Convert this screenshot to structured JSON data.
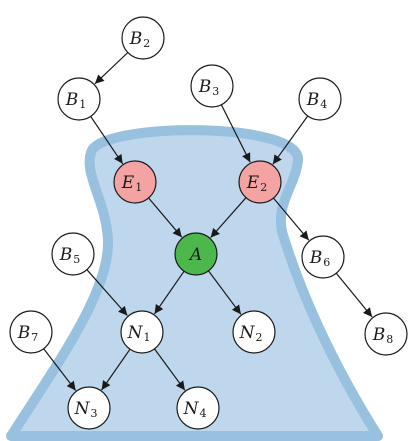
{
  "colors": {
    "region_fill": "#bed7ec",
    "region_stroke": "#98c1e0",
    "node_stroke": "#1a1a1a",
    "node_default": "#ffffff",
    "node_highlight_red": "#f4a3a3",
    "node_highlight_green": "#4cb84c",
    "edge": "#1a1a1a"
  },
  "nodes": [
    {
      "id": "B2",
      "letter": "B",
      "sub": "2",
      "style": "default"
    },
    {
      "id": "B1",
      "letter": "B",
      "sub": "1",
      "style": "default"
    },
    {
      "id": "B3",
      "letter": "B",
      "sub": "3",
      "style": "default"
    },
    {
      "id": "B4",
      "letter": "B",
      "sub": "4",
      "style": "default"
    },
    {
      "id": "E1",
      "letter": "E",
      "sub": "1",
      "style": "red"
    },
    {
      "id": "E2",
      "letter": "E",
      "sub": "2",
      "style": "red"
    },
    {
      "id": "A",
      "letter": "A",
      "sub": "",
      "style": "green"
    },
    {
      "id": "B5",
      "letter": "B",
      "sub": "5",
      "style": "default"
    },
    {
      "id": "B6",
      "letter": "B",
      "sub": "6",
      "style": "default"
    },
    {
      "id": "N1",
      "letter": "N",
      "sub": "1",
      "style": "default"
    },
    {
      "id": "N2",
      "letter": "N",
      "sub": "2",
      "style": "default"
    },
    {
      "id": "B7",
      "letter": "B",
      "sub": "7",
      "style": "default"
    },
    {
      "id": "B8",
      "letter": "B",
      "sub": "8",
      "style": "default"
    },
    {
      "id": "N3",
      "letter": "N",
      "sub": "3",
      "style": "default"
    },
    {
      "id": "N4",
      "letter": "N",
      "sub": "4",
      "style": "default"
    }
  ],
  "edges": [
    {
      "from": "B2",
      "to": "B1"
    },
    {
      "from": "B1",
      "to": "E1"
    },
    {
      "from": "B3",
      "to": "E2"
    },
    {
      "from": "B4",
      "to": "E2"
    },
    {
      "from": "E1",
      "to": "A"
    },
    {
      "from": "E2",
      "to": "A"
    },
    {
      "from": "E2",
      "to": "B6"
    },
    {
      "from": "B6",
      "to": "B8"
    },
    {
      "from": "A",
      "to": "N1"
    },
    {
      "from": "A",
      "to": "N2"
    },
    {
      "from": "B5",
      "to": "N1"
    },
    {
      "from": "N1",
      "to": "N3"
    },
    {
      "from": "N1",
      "to": "N4"
    },
    {
      "from": "B7",
      "to": "N3"
    }
  ]
}
